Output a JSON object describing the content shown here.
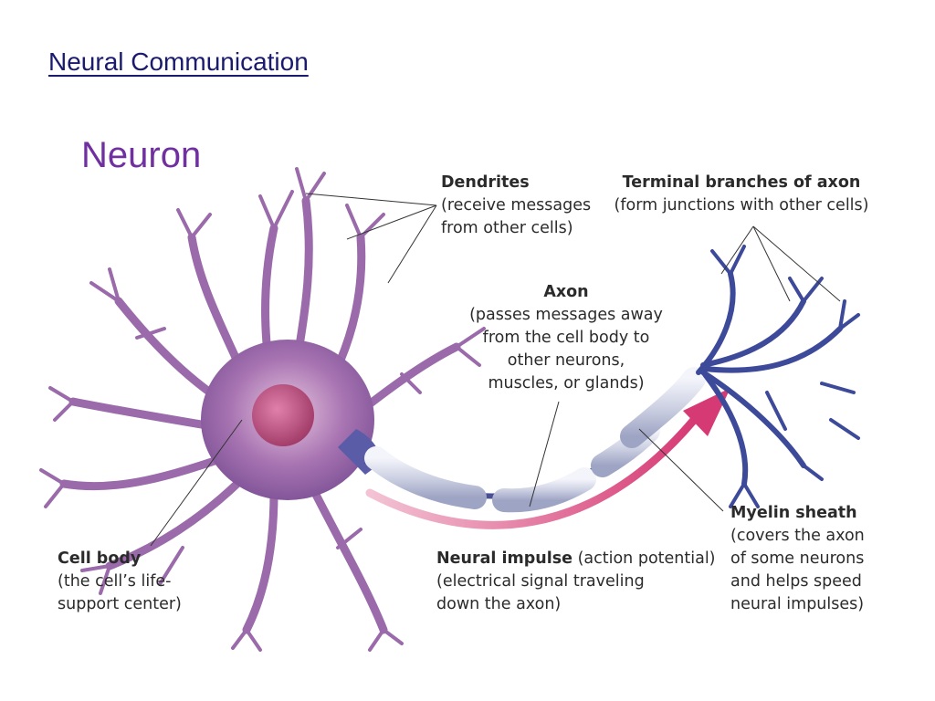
{
  "slide": {
    "title": "Neural Communication",
    "heading": "Neuron"
  },
  "labels": {
    "dendrites": {
      "name": "Dendrites",
      "lines": [
        "(receive messages",
        "from other cells)"
      ]
    },
    "terminal": {
      "name": "Terminal branches of axon",
      "lines": [
        "(form junctions with other cells)"
      ]
    },
    "axon": {
      "name": "Axon",
      "lines": [
        "(passes messages away",
        "from the cell body to",
        "other neurons,",
        "muscles, or glands)"
      ]
    },
    "cell_body": {
      "name": "Cell body",
      "lines": [
        "(the cell’s life-",
        "support center)"
      ]
    },
    "impulse": {
      "name": "Neural impulse",
      "suffix": " (action potential)",
      "lines": [
        "(electrical signal traveling",
        "down the axon)"
      ]
    },
    "myelin": {
      "name": "Myelin sheath",
      "lines": [
        "(covers the axon",
        "of some neurons",
        "and helps speed",
        "neural impulses)"
      ]
    }
  },
  "colors": {
    "title": "#1a1a6e",
    "heading": "#7030a0",
    "cell": "#8e5a9e",
    "nucleus": "#b03a6a",
    "axon_terminal": "#3d4a9a",
    "impulse_arrow": "#d63a74",
    "myelin": "#c9cde0"
  }
}
